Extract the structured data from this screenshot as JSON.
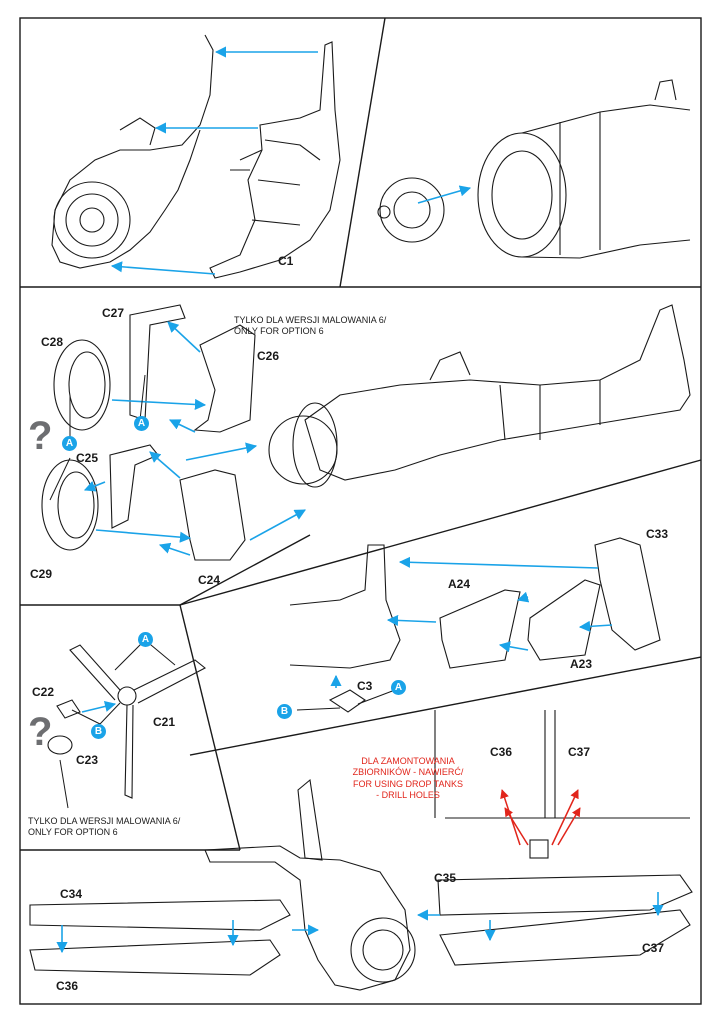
{
  "parts": {
    "c1": "C1",
    "c22": "C22",
    "c23": "C23",
    "c21": "C21",
    "c24": "C24",
    "c25": "C25",
    "c26": "C26",
    "c27": "C27",
    "c28": "C28",
    "c29": "C29",
    "c3": "C3",
    "c33": "C33",
    "a23": "A23",
    "a24": "A24",
    "c34": "C34",
    "c35": "C35",
    "c36_top": "C36",
    "c37_top": "C37",
    "c36_bottom": "C36",
    "c37_bottom": "C37"
  },
  "badges": {
    "a": "A",
    "b": "B"
  },
  "question_mark": "?",
  "notes": {
    "option6_top": "TYLKO DLA WERSJI MALOWANIA 6/\nONLY FOR OPTION 6",
    "option6_bottom": "TYLKO DLA WERSJI MALOWANIA 6/\nONLY FOR OPTION 6",
    "drop_tanks": "DLA ZAMONTOWANIA\nZBIORNIKÓW - NAWIERĆ/\nFOR USING DROP TANKS\n- DRILL HOLES"
  },
  "colors": {
    "arrow": "#1aa3e8",
    "line_art": "#1a1a1a",
    "note_red": "#e1251b",
    "badge": "#1aa3e8"
  }
}
